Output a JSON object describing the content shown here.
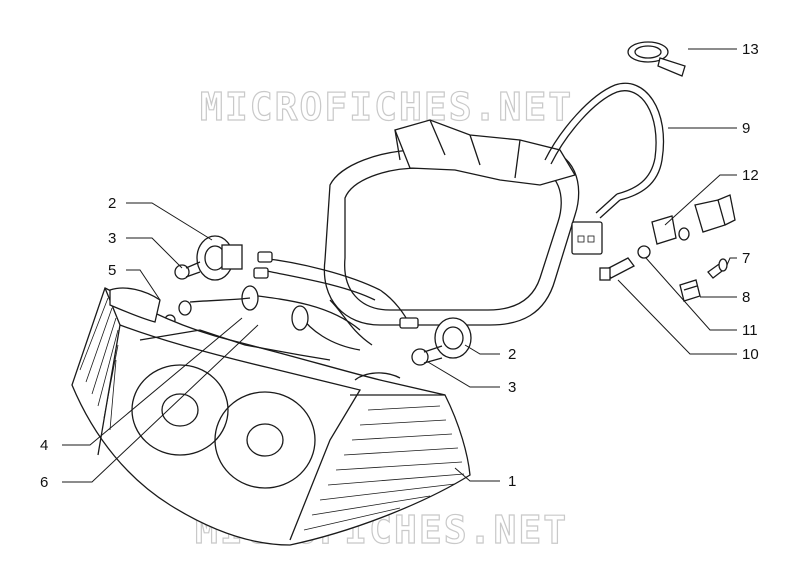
{
  "watermark": {
    "text": "MICROFICHES.NET"
  },
  "callouts": {
    "c1": "1",
    "c2a": "2",
    "c2b": "2",
    "c3a": "3",
    "c3b": "3",
    "c4": "4",
    "c5": "5",
    "c6": "6",
    "c7": "7",
    "c8": "8",
    "c9": "9",
    "c10": "10",
    "c11": "11",
    "c12": "12",
    "c13": "13"
  }
}
